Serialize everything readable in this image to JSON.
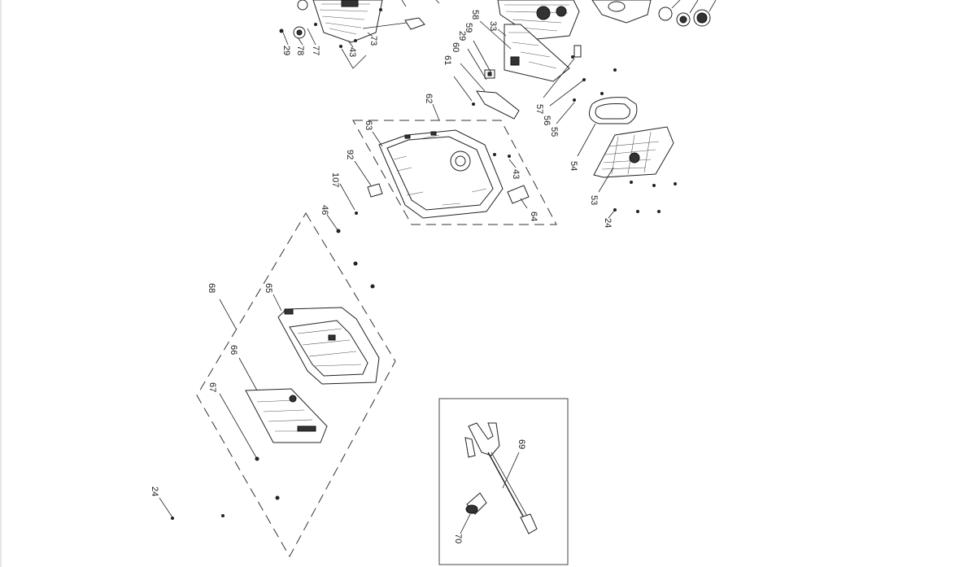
{
  "callouts": {
    "c24a": "24",
    "c24b": "24",
    "c29a": "29",
    "c29b": "29",
    "c33": "33",
    "c43a": "43",
    "c43b": "43",
    "c46": "46",
    "c53": "53",
    "c54": "54",
    "c55": "55",
    "c56": "56",
    "c57": "57",
    "c58": "58",
    "c59": "59",
    "c60": "60",
    "c61": "61",
    "c62": "62",
    "c63": "63",
    "c64": "64",
    "c65": "65",
    "c66": "66",
    "c67": "67",
    "c68": "68",
    "c69": "69",
    "c70": "70",
    "c73": "73",
    "c77": "77",
    "c78": "78",
    "c92": "92",
    "c107": "107"
  },
  "colors": {
    "line": "#222222",
    "background": "#ffffff"
  }
}
